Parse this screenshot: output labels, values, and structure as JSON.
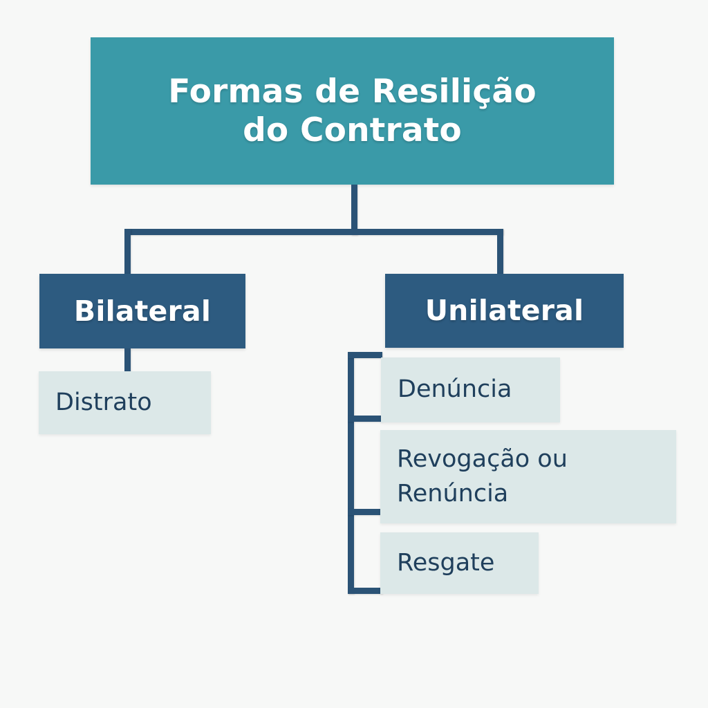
{
  "diagram": {
    "title_line1": "Formas de Resilição",
    "title_line2": "do Contrato",
    "root": {
      "label": "Formas de Resilição do Contrato"
    },
    "branches": [
      {
        "label": "Bilateral",
        "children": [
          {
            "label": "Distrato"
          }
        ]
      },
      {
        "label": "Unilateral",
        "children": [
          {
            "label": "Denúncia"
          },
          {
            "label_line1": "Revogação ou",
            "label_line2": "Renúncia"
          },
          {
            "label": "Resgate"
          }
        ]
      }
    ]
  },
  "colors": {
    "background": "#f7f8f7",
    "root_box": "#3a9aa8",
    "branch_box": "#2d5b80",
    "leaf_box": "#dce8e8",
    "connector": "#2b5376",
    "root_text": "#ffffff",
    "branch_text": "#ffffff",
    "leaf_text": "#1f3f5c"
  }
}
